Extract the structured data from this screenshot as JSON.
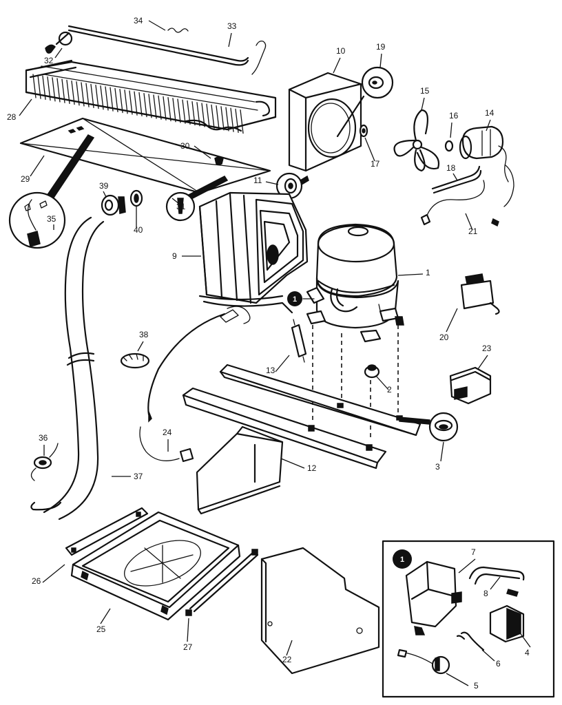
{
  "diagram": {
    "callouts": [
      "1",
      "2",
      "3",
      "4",
      "5",
      "6",
      "7",
      "8",
      "9",
      "10",
      "11",
      "12",
      "13",
      "14",
      "15",
      "16",
      "17",
      "18",
      "19",
      "20",
      "21",
      "22",
      "23",
      "24",
      "25",
      "26",
      "27",
      "28",
      "29",
      "30",
      "31",
      "32",
      "33",
      "34",
      "35",
      "36",
      "37",
      "38",
      "39",
      "40"
    ],
    "detail_badge": "1",
    "inset_badge": "1"
  }
}
